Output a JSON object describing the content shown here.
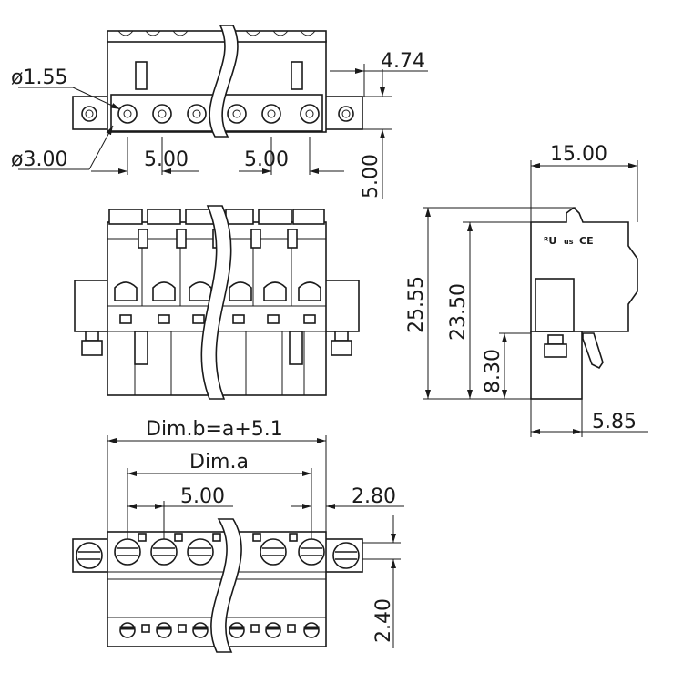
{
  "dimensions": {
    "hole_diameter": "ø1.55",
    "flange_hole_diameter": "ø3.00",
    "top_pitch_left": "5.00",
    "top_pitch_right": "5.00",
    "side_offset": "4.74",
    "flange_height": "5.00",
    "side_width": "15.00",
    "total_height": "25.55",
    "body_height": "23.50",
    "lower_height": "8.30",
    "bottom_depth": "5.85",
    "dim_b": "Dim.b=a+5.1",
    "dim_a": "Dim.a",
    "bottom_pitch": "5.00",
    "end_offset": "2.80",
    "row_height": "2.40"
  },
  "certification_marks": {
    "ur": "ᴿU",
    "us": "us",
    "ce": "CE"
  }
}
